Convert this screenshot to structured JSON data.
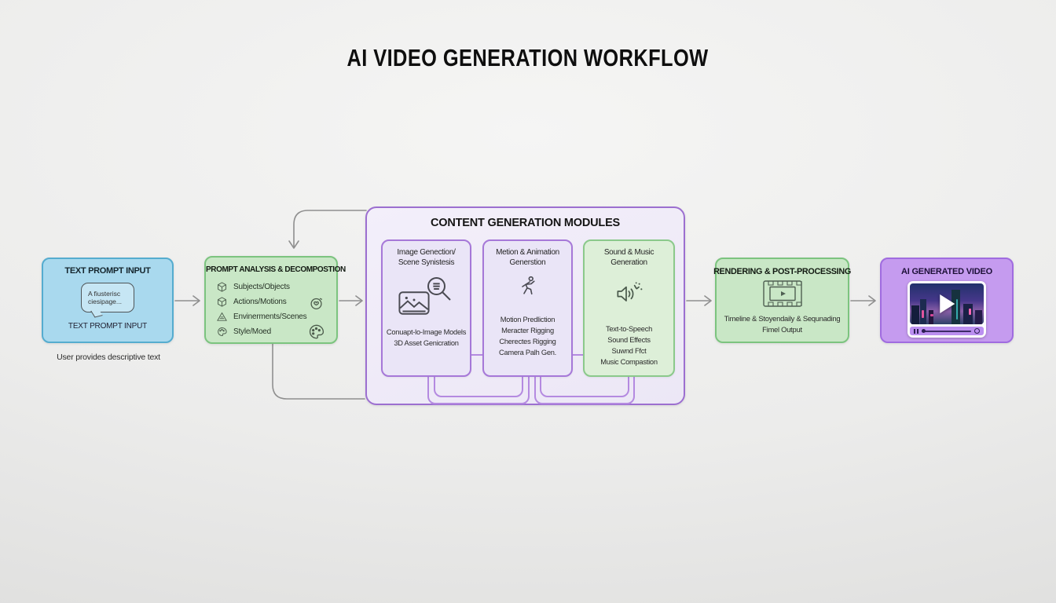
{
  "page": {
    "title": "AI VIDEO GENERATION WORKFLOW"
  },
  "colors": {
    "background": "#ebebea",
    "node_blue_fill": "#a9d9ee",
    "node_blue_border": "#55accf",
    "node_green_fill": "#c9e7c6",
    "node_green_border": "#7cc47f",
    "container_purple_fill": "#f1edf9",
    "container_purple_border": "#9c6fd0",
    "module_purple_fill": "#eae5f7",
    "module_purple_border": "#a678d8",
    "module_green_fill": "#ddefd8",
    "module_green_border": "#8bc98b",
    "node_purple_fill": "#c59bef",
    "node_purple_border": "#a06ce0",
    "arrow": "#8f8f8f"
  },
  "nodes": {
    "text_prompt": {
      "title": "TEXT PROMPT INPUT",
      "bubble_lines": [
        "A fiusterisc",
        "ciesipage..."
      ],
      "label": "TEXT PROMPT INPUT",
      "caption": "User provides descriptive text"
    },
    "prompt_analysis": {
      "title": "PROMPT ANALYSIS & DECOMPOSTION",
      "items": [
        {
          "icon": "cube-icon",
          "label": "Subjects/Objects"
        },
        {
          "icon": "cube-icon",
          "label": "Actions/Motions"
        },
        {
          "icon": "mountain-icon",
          "label": "Envinerments/Scenes"
        },
        {
          "icon": "palette-icon",
          "label": "Style/Moed"
        }
      ]
    },
    "content_modules": {
      "title": "CONTENT GENERATION MODULES",
      "modules": [
        {
          "icon": "image-search-icon",
          "title_lines": [
            "Image Genection/",
            "Scene Synistesis"
          ],
          "body_lines": [
            "Conuapt-lo-Image Models",
            "3D Asset Genicration"
          ]
        },
        {
          "icon": "running-person-icon",
          "title_lines": [
            "Metion & Animation",
            "Generstion"
          ],
          "body_lines": [
            "Motion Predliction",
            "Meracter Rigging",
            "Cherectes Rigging",
            "Camera Palh Gen."
          ]
        },
        {
          "icon": "speaker-sparkle-icon",
          "title_lines": [
            "Sound & Music",
            "Generation"
          ],
          "body_lines": [
            "Text-to-Speech",
            "Sound Effects",
            "Suwnd Ffct",
            "Music Compastion"
          ]
        }
      ]
    },
    "rendering": {
      "title": "RENDERING & POST-PROCESSING",
      "body_lines": [
        "Timeline & Stoyendaily & Sequnading",
        "Fimel Output"
      ]
    },
    "output": {
      "title": "AI GENERATED VIDEO"
    }
  }
}
